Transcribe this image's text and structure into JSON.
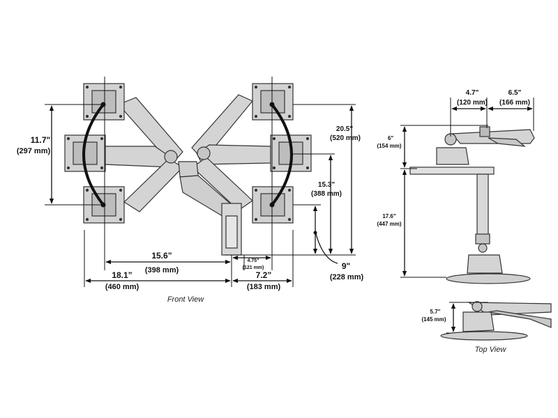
{
  "front_view": {
    "caption": "Front View",
    "dims": {
      "left_height": "11.7\"",
      "left_height_mm": "(297 mm)",
      "span_15_6": "15.6”",
      "span_15_6_mm": "(398 mm)",
      "span_18_1": "18.1”",
      "span_18_1_mm": "(460 mm)",
      "span_4_75": "4.75”",
      "span_4_75_mm": "(121 mm)",
      "span_7_2": "7.2”",
      "span_7_2_mm": "(183 mm)",
      "height_20_5": "20.5\"",
      "height_20_5_mm": "(520 mm)",
      "height_15_3": "15.3\"",
      "height_15_3_mm": "(388 mm)",
      "height_9": "9\"",
      "height_9_mm": "(228 mm)"
    }
  },
  "side_view": {
    "dims": {
      "width_4_7": "4.7\"",
      "width_4_7_mm": "(120 mm)",
      "width_6_5": "6.5\"",
      "width_6_5_mm": "(166 mm)",
      "height_6": "6\"",
      "height_6_mm": "(154 mm)",
      "height_17_6": "17.6\"",
      "height_17_6_mm": "(447 mm)"
    }
  },
  "top_view": {
    "caption": "Top View",
    "dims": {
      "height_5_7": "5.7\"",
      "height_5_7_mm": "(145 mm)"
    }
  },
  "colors": {
    "metal_light": "#d4d4d4",
    "metal_mid": "#b5b5b5",
    "outline": "#333333",
    "cable": "#111111"
  }
}
